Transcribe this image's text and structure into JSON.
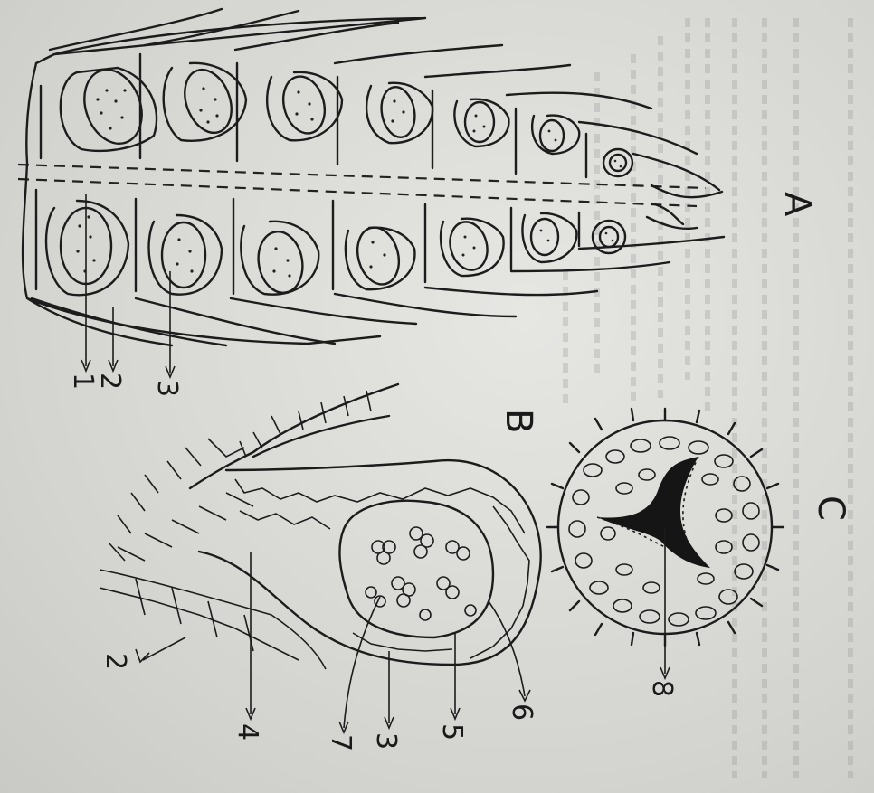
{
  "panels": {
    "a": {
      "label": "A"
    },
    "b": {
      "label": "B"
    },
    "c": {
      "label": "C"
    }
  },
  "callouts": [
    {
      "id": "1",
      "text": "1"
    },
    {
      "id": "2",
      "text": "2"
    },
    {
      "id": "3",
      "text": "3"
    },
    {
      "id": "2b",
      "text": "2"
    },
    {
      "id": "4",
      "text": "4"
    },
    {
      "id": "5",
      "text": "5"
    },
    {
      "id": "3b",
      "text": "3"
    },
    {
      "id": "7",
      "text": "7"
    },
    {
      "id": "6",
      "text": "6"
    },
    {
      "id": "8",
      "text": "8"
    }
  ],
  "colors": {
    "ink": "#1c1c1c",
    "paper": "#d9d9d6"
  }
}
